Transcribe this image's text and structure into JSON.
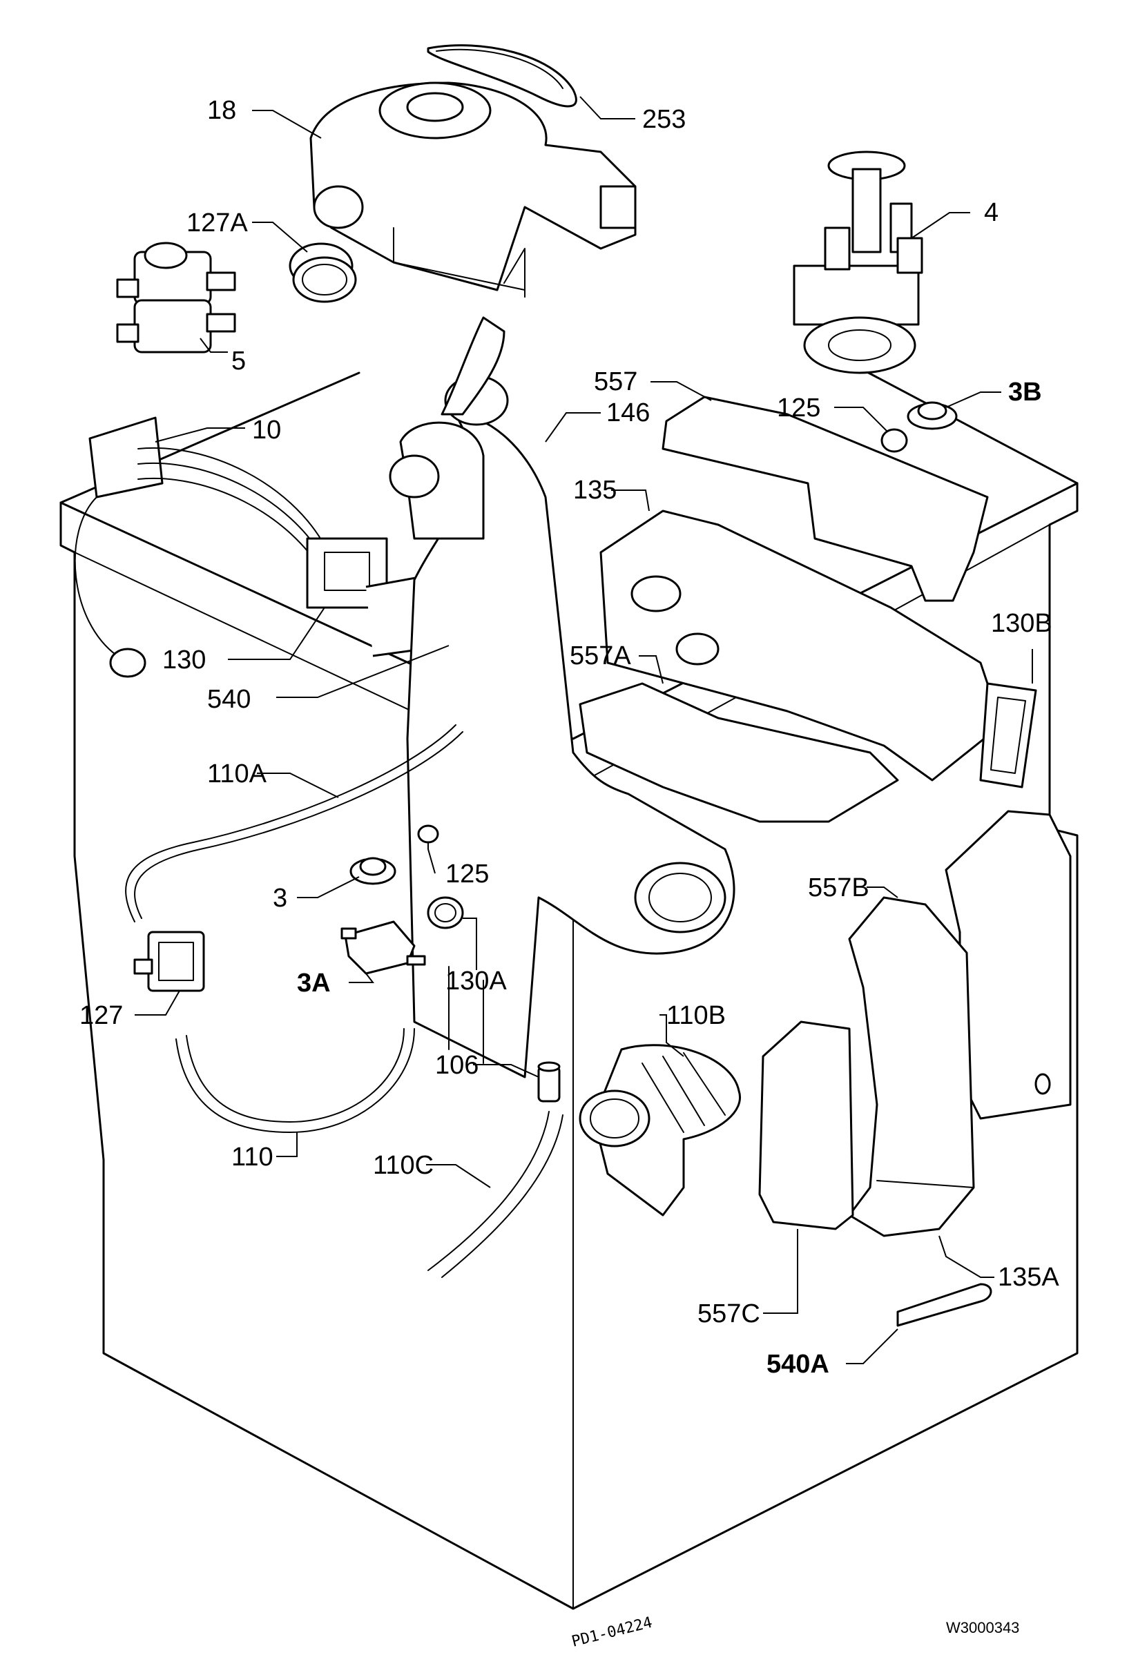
{
  "labels": {
    "l18": "18",
    "l253": "253",
    "l127A": "127A",
    "l4": "4",
    "l5": "5",
    "l557": "557",
    "l146": "146",
    "l125a": "125",
    "l3B": "3B",
    "l10": "10",
    "l135": "135",
    "l130": "130",
    "l540": "540",
    "l557A": "557A",
    "l130B": "130B",
    "l110A": "110A",
    "l125b": "125",
    "l3": "3",
    "l3A": "3A",
    "l130A": "130A",
    "l557B": "557B",
    "l127": "127",
    "l110B": "110B",
    "l106": "106",
    "l110": "110",
    "l110C": "110C",
    "l135A": "135A",
    "l557C": "557C",
    "l540A": "540A"
  },
  "drawing_code": "W3000343",
  "handwritten_code": "PD1-04224"
}
